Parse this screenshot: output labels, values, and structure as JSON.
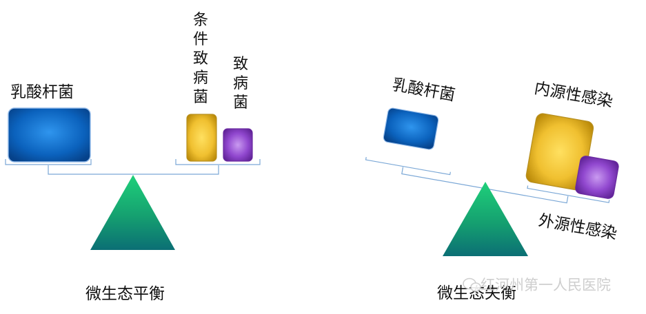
{
  "left_panel": {
    "lactobacillus_label": "乳酸杆菌",
    "conditional_pathogen_label": [
      "条",
      "件",
      "致",
      "病",
      "菌"
    ],
    "pathogen_label": [
      "致",
      "病",
      "菌"
    ],
    "caption": "微生态平衡"
  },
  "right_panel": {
    "lactobacillus_label": "乳酸杆菌",
    "endogenous_label": "内源性感染",
    "exogenous_label": "外源性感染",
    "caption": "微生态失衡"
  },
  "watermark": {
    "text": "红河州第一人民医院",
    "icon": "wechat-icon"
  },
  "colors": {
    "blue": "#0a5fb5",
    "yellow": "#f2c12e",
    "purple": "#8b3ec4",
    "triangle_green": "#19b574",
    "beam_line": "#7aa7d6"
  }
}
